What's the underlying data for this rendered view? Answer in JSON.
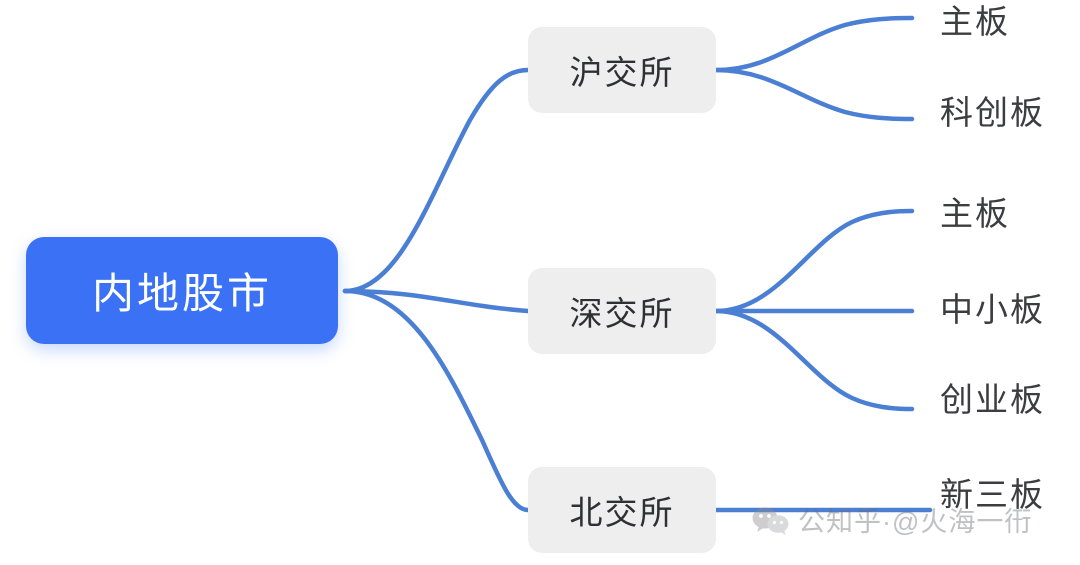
{
  "diagram": {
    "type": "mindmap",
    "title": "内地股市",
    "root": {
      "label": "内地股市",
      "color": "#3b72f5",
      "text_color": "#ffffff"
    },
    "branch_color": "#eeeeef",
    "connector_color": "#4a7fd4",
    "branches": [
      {
        "label": "沪交所",
        "children": [
          {
            "label": "主板"
          },
          {
            "label": "科创板"
          }
        ]
      },
      {
        "label": "深交所",
        "children": [
          {
            "label": "主板"
          },
          {
            "label": "中小板"
          },
          {
            "label": "创业板"
          }
        ]
      },
      {
        "label": "北交所",
        "children": [
          {
            "label": "新三板"
          }
        ]
      }
    ]
  },
  "watermark": {
    "icon": "wechat-icon",
    "text": "公知乎·@火海一衎"
  }
}
